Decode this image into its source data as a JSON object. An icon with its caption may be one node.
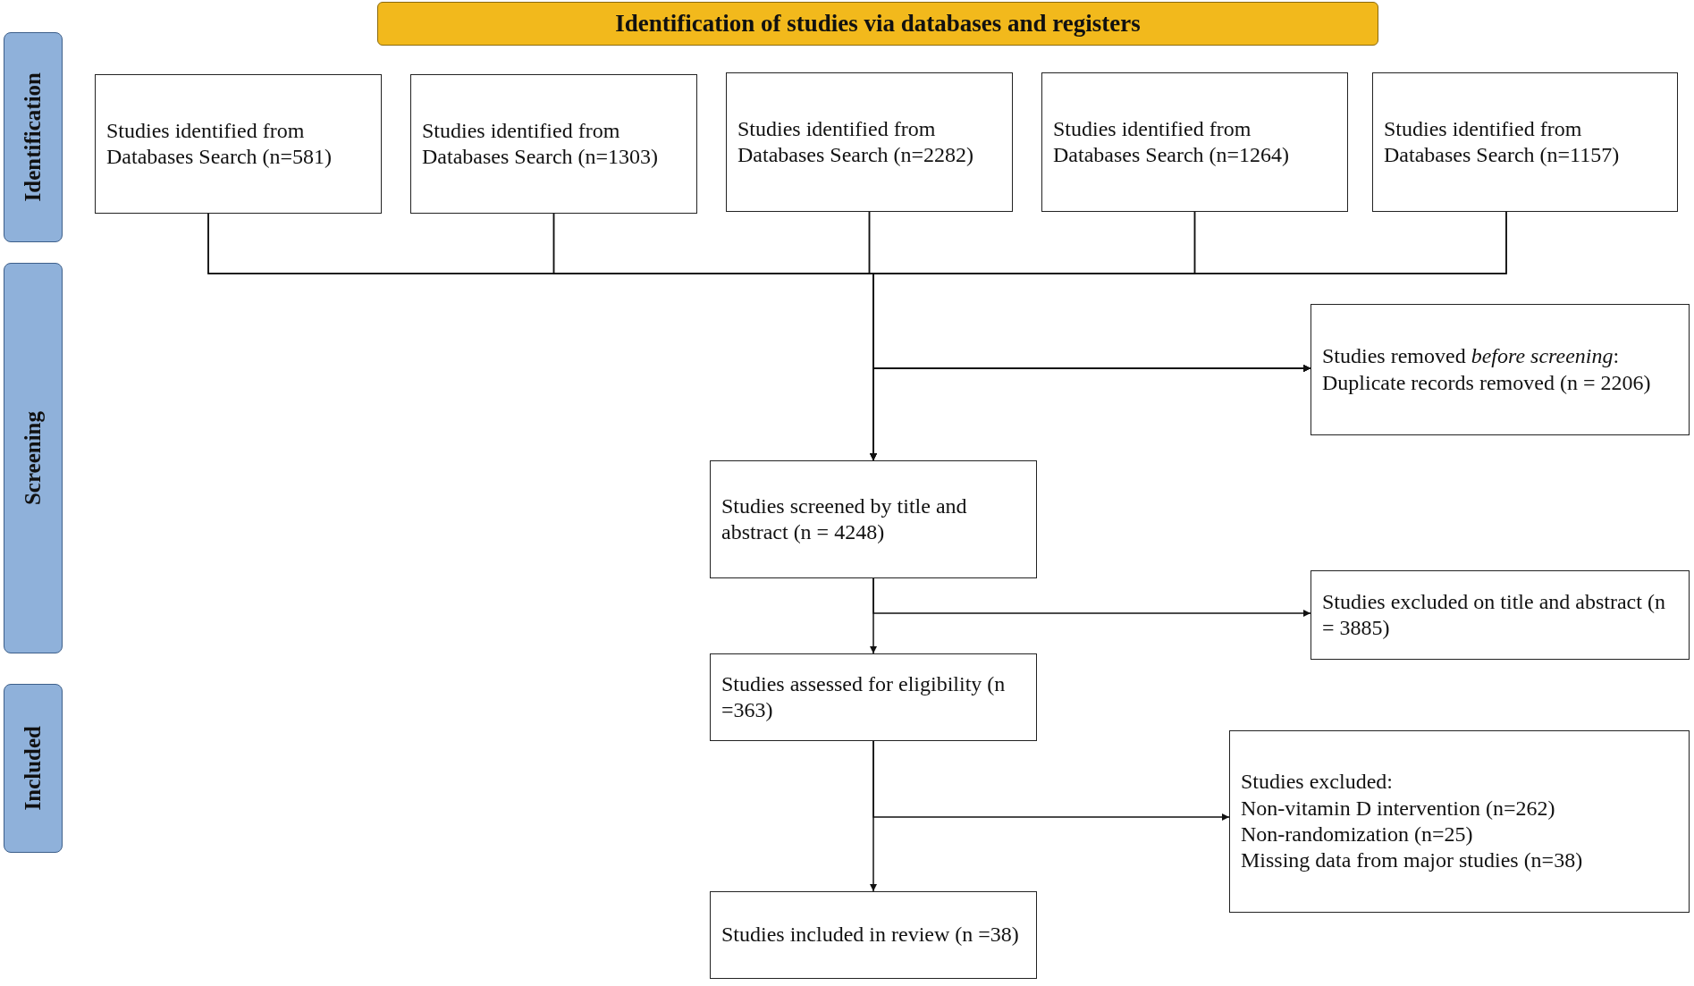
{
  "diagram": {
    "title": "Identification of studies via databases and registers",
    "nodes": [
      {
        "text": [
          "Identification"
        ]
      },
      {
        "text": [
          "Screening"
        ]
      },
      {
        "text": [
          "Included"
        ]
      },
      {
        "text": [
          "Studies identified from Databases Search (n=581)"
        ]
      },
      {
        "text": [
          "Studies identified from Databases Search (n=1303)"
        ]
      },
      {
        "text": [
          "Studies identified from Databases Search (n=2282)"
        ]
      },
      {
        "text": [
          "Studies identified from Databases Search (n=1264)"
        ]
      },
      {
        "text": [
          "Studies identified from Databases Search (n=1157)"
        ]
      },
      {
        "text": [
          "Studies removed *before screening*:",
          "Duplicate records removed (n = 2206)"
        ]
      },
      {
        "text": [
          "Studies screened by title and abstract (n = 4248)"
        ]
      },
      {
        "text": [
          "Studies excluded on title and abstract (n = 3885)"
        ]
      },
      {
        "text": [
          "Studies assessed for eligibility (n =363)"
        ]
      },
      {
        "text": [
          "Studies excluded:",
          "Non-vitamin D intervention (n=262)",
          "Non-randomization (n=25)",
          "Missing data from major studies (n=38)"
        ]
      },
      {
        "text": [
          "Studies included in review (n =38)"
        ]
      }
    ],
    "edges": [
      {
        "from": 3,
        "to": 9,
        "arrow": "to"
      },
      {
        "from": 4,
        "to": 9,
        "arrow": "to"
      },
      {
        "from": 5,
        "to": 9,
        "arrow": "to"
      },
      {
        "from": 6,
        "to": 9,
        "arrow": "to"
      },
      {
        "from": 7,
        "to": 9,
        "arrow": "to"
      },
      {
        "from": 3,
        "to": 8,
        "arrow": "to"
      },
      {
        "from": 4,
        "to": 8,
        "arrow": "to"
      },
      {
        "from": 5,
        "to": 8,
        "arrow": "to"
      },
      {
        "from": 6,
        "to": 8,
        "arrow": "to"
      },
      {
        "from": 7,
        "to": 8,
        "arrow": "to"
      },
      {
        "from": 9,
        "to": 10,
        "arrow": "to"
      },
      {
        "from": 9,
        "to": 11,
        "arrow": "to"
      },
      {
        "from": 11,
        "to": 12,
        "arrow": "to"
      },
      {
        "from": 11,
        "to": 13,
        "arrow": "to"
      }
    ]
  }
}
